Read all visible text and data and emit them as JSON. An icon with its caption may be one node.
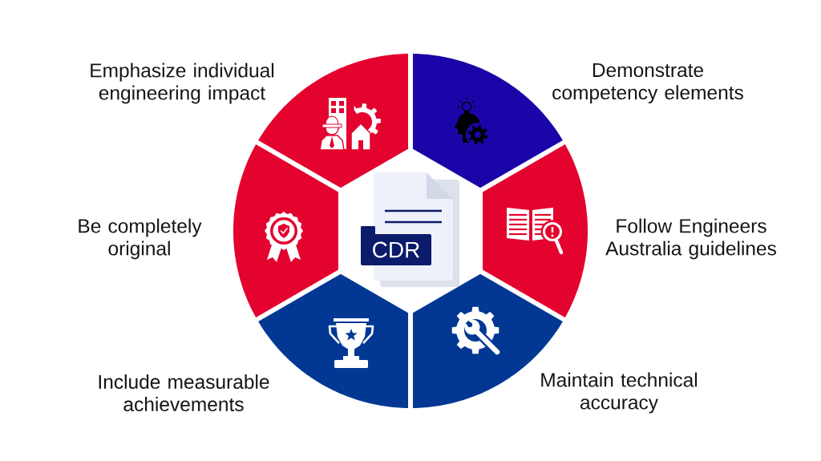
{
  "diagram": {
    "nodes": [
      {
        "text": [
          "Emphasize individual engineering impact"
        ]
      },
      {
        "text": [
          "Demonstrate competency elements"
        ]
      },
      {
        "text": [
          "Be completely original"
        ]
      },
      {
        "text": [
          "CDR"
        ]
      },
      {
        "text": [
          "Follow Engineers Australia guidelines"
        ]
      },
      {
        "text": [
          "Include measurable achievements"
        ]
      },
      {
        "text": [
          "Maintain technical accuracy"
        ]
      }
    ]
  }
}
